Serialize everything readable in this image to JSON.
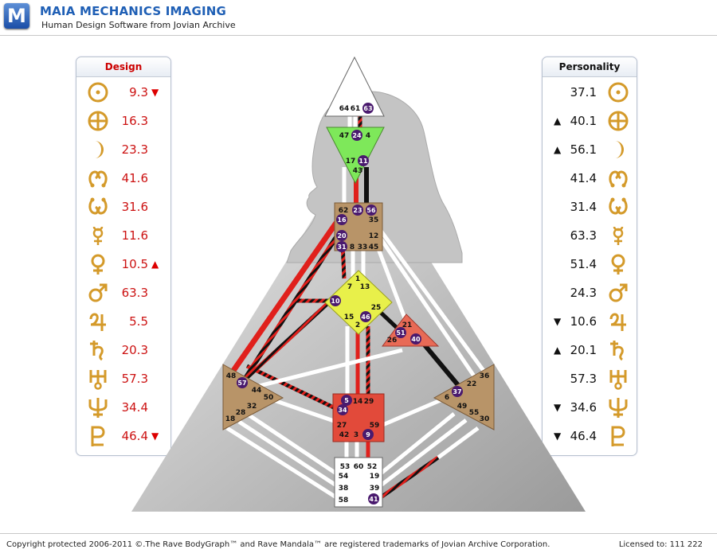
{
  "header": {
    "logo_letter": "M",
    "title": "MAIA MECHANICS IMAGING",
    "subtitle": "Human Design Software from Jovian Archive"
  },
  "design": {
    "title": "Design",
    "rows": [
      {
        "planet": "sun-icon",
        "value": "9.3",
        "arrow": "▼"
      },
      {
        "planet": "earth-icon",
        "value": "16.3",
        "arrow": ""
      },
      {
        "planet": "moon-icon",
        "value": "23.3",
        "arrow": ""
      },
      {
        "planet": "north-node-icon",
        "value": "41.6",
        "arrow": ""
      },
      {
        "planet": "south-node-icon",
        "value": "31.6",
        "arrow": ""
      },
      {
        "planet": "mercury-icon",
        "value": "11.6",
        "arrow": ""
      },
      {
        "planet": "venus-icon",
        "value": "10.5",
        "arrow": "▲"
      },
      {
        "planet": "mars-icon",
        "value": "63.3",
        "arrow": ""
      },
      {
        "planet": "jupiter-icon",
        "value": "5.5",
        "arrow": ""
      },
      {
        "planet": "saturn-icon",
        "value": "20.3",
        "arrow": ""
      },
      {
        "planet": "uranus-icon",
        "value": "57.3",
        "arrow": ""
      },
      {
        "planet": "neptune-icon",
        "value": "34.4",
        "arrow": ""
      },
      {
        "planet": "pluto-icon",
        "value": "46.4",
        "arrow": "▼"
      }
    ]
  },
  "personality": {
    "title": "Personality",
    "rows": [
      {
        "planet": "sun-icon",
        "value": "37.1",
        "arrow": ""
      },
      {
        "planet": "earth-icon",
        "value": "40.1",
        "arrow": "▲"
      },
      {
        "planet": "moon-icon",
        "value": "56.1",
        "arrow": "▲"
      },
      {
        "planet": "north-node-icon",
        "value": "41.4",
        "arrow": ""
      },
      {
        "planet": "south-node-icon",
        "value": "31.4",
        "arrow": ""
      },
      {
        "planet": "mercury-icon",
        "value": "63.3",
        "arrow": ""
      },
      {
        "planet": "venus-icon",
        "value": "51.4",
        "arrow": ""
      },
      {
        "planet": "mars-icon",
        "value": "24.3",
        "arrow": ""
      },
      {
        "planet": "jupiter-icon",
        "value": "10.6",
        "arrow": "▼"
      },
      {
        "planet": "saturn-icon",
        "value": "20.1",
        "arrow": "▲"
      },
      {
        "planet": "uranus-icon",
        "value": "57.3",
        "arrow": ""
      },
      {
        "planet": "neptune-icon",
        "value": "34.6",
        "arrow": "▼"
      },
      {
        "planet": "pluto-icon",
        "value": "46.4",
        "arrow": "▼"
      }
    ]
  },
  "bodygraph": {
    "head_gates": [
      "64",
      "61",
      "63"
    ],
    "ajna_gates": [
      "47",
      "24",
      "4",
      "17",
      "11",
      "43"
    ],
    "throat_gates": [
      "62",
      "23",
      "56",
      "16",
      "35",
      "12",
      "20",
      "31",
      "8",
      "33",
      "45"
    ],
    "g_gates": [
      "1",
      "7",
      "13",
      "10",
      "25",
      "15",
      "46",
      "2"
    ],
    "ego_gates": [
      "21",
      "51",
      "26",
      "40"
    ],
    "spleen_gates": [
      "48",
      "57",
      "44",
      "50",
      "32",
      "28",
      "18"
    ],
    "solar_gates": [
      "36",
      "22",
      "37",
      "6",
      "49",
      "55",
      "30"
    ],
    "sacral_gates": [
      "5",
      "14",
      "29",
      "34",
      "27",
      "59",
      "42",
      "3",
      "9"
    ],
    "root_gates": [
      "53",
      "60",
      "52",
      "54",
      "19",
      "38",
      "39",
      "58",
      "41"
    ],
    "activated_gates": [
      "63",
      "24",
      "11",
      "23",
      "56",
      "16",
      "20",
      "31",
      "10",
      "46",
      "51",
      "40",
      "57",
      "37",
      "5",
      "34",
      "9",
      "41"
    ],
    "colors": {
      "design": "#e0201c",
      "personality": "#111111",
      "head": "#ffffff",
      "ajna": "#7ee85a",
      "throat": "#b89468",
      "g": "#e8f04a",
      "ego": "#e86a56",
      "spleen": "#b89468",
      "solar": "#b89468",
      "sacral": "#e24a3a",
      "root": "#ffffff",
      "activated_badge": "#4a1a6e"
    }
  },
  "footer": {
    "copyright": "Copyright protected 2006-2011 ©.The Rave BodyGraph™ and Rave Mandala™ are registered trademarks of Jovian Archive Corporation.",
    "license": "Licensed to: 111 222"
  }
}
